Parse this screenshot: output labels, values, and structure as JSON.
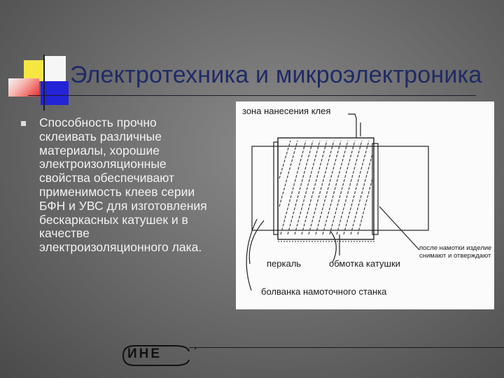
{
  "slide": {
    "title": "Электротехника и микроэлектроника",
    "bullet_text": "Способность прочно\nсклеивать различные\nматериалы, хорошие\nэлектроизоляционные\nсвойства обеспечивают\nприменимость клеев серии\nБФН и УВС для изготовления\nбескаркасных катушек и в\nкачестве\nэлектроизоляционного лака."
  },
  "figure": {
    "label_glue_zone": "зона нанесения клея",
    "label_percale": "перкаль",
    "label_winding": "обмотка катушки",
    "label_mandrel": "болванка намоточного станка",
    "label_removed": "после намотки изделие\nснимают и отверждают"
  },
  "logo": {
    "text": "ИНЕ"
  },
  "colors": {
    "title": "#1f2a66",
    "deco_yellow": "#f5e642",
    "deco_red": "#e8302c",
    "deco_blue": "#2323d8"
  }
}
